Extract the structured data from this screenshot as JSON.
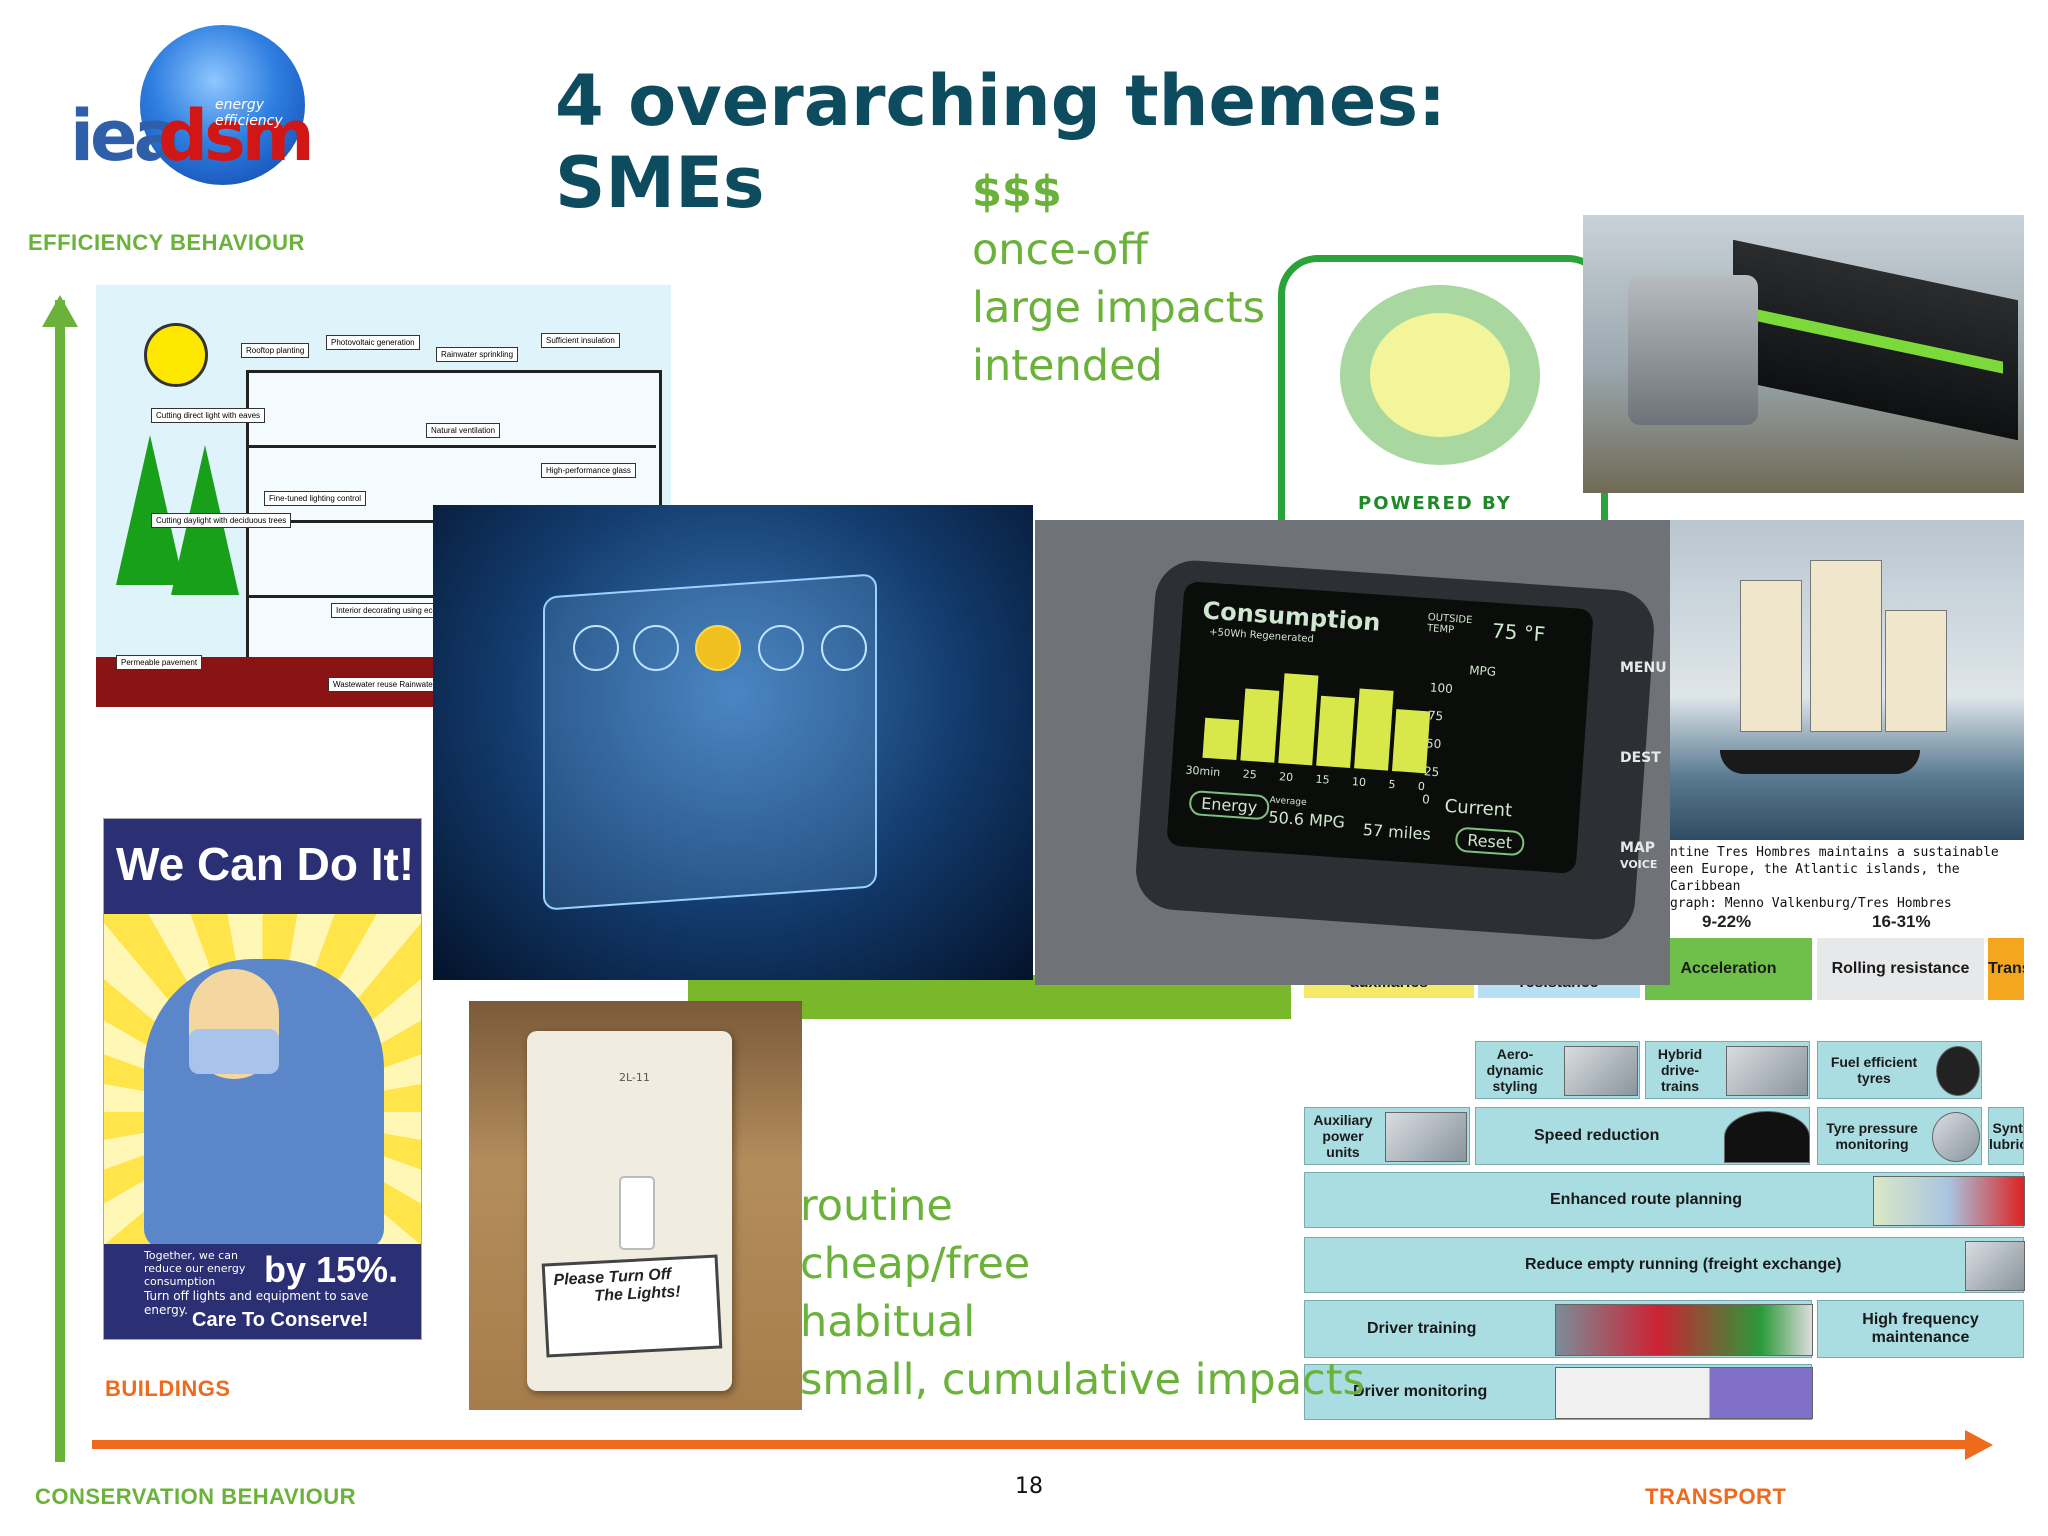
{
  "logo": {
    "part1": "iea",
    "part2": "dsm",
    "tagline": "energy efficiency"
  },
  "title": "4 overarching themes: SMEs",
  "top_notes": [
    "$$$",
    "once-off",
    "large impacts",
    "intended"
  ],
  "bottom_notes": [
    "routine",
    "cheap/free",
    "habitual",
    "small, cumulative impacts"
  ],
  "axis": {
    "efficiency": "EFFICIENCY BEHAVIOUR",
    "conservation": "CONSERVATION BEHAVIOUR",
    "buildings": "BUILDINGS",
    "transport": "TRANSPORT"
  },
  "page_number": "18",
  "colors": {
    "title": "#0d4b5e",
    "green": "#6ab23a",
    "orange": "#f06a1e"
  },
  "building_diagram": {
    "labels": [
      "Rooftop planting",
      "Photovoltaic generation",
      "Rainwater sprinkling",
      "Sufficient insulation",
      "Cutting direct light with eaves",
      "Natural ventilation",
      "High-performance glass",
      "Fine-tuned lighting control",
      "Cutting daylight with deciduous trees",
      "Interior decorating using eco-materials",
      "Permeable pavement",
      "Wastewater reuse Rainwater use"
    ]
  },
  "recycle_badge": {
    "text": "POWERED BY"
  },
  "dashboard": {
    "heading": "Consumption",
    "regen": "+50Wh Regenerated",
    "outside": "OUTSIDE TEMP",
    "temp": "75 °F",
    "mpg": "MPG",
    "scale": [
      "100",
      "75",
      "50",
      "25",
      "0"
    ],
    "time_axis": [
      "30min",
      "25",
      "20",
      "15",
      "10",
      "5",
      "0"
    ],
    "energy": "Energy",
    "average_label": "Average",
    "average": "50.6 MPG",
    "miles": "57 miles",
    "current": "Current",
    "reset": "Reset",
    "side_buttons": [
      "MENU",
      "DEST",
      "MAP",
      "VOICE"
    ]
  },
  "ship_caption": [
    "ntine Tres Hombres maintains a sustainable",
    "een Europe, the Atlantic islands, the Caribbean",
    "graph: Menno Valkenburg/Tres Hombres"
  ],
  "poster": {
    "headline": "We Can Do It!",
    "sub": "Together, we can reduce our energy consumption",
    "pct": "by 15%.",
    "sub2": "Turn off lights and equipment to save energy.",
    "care": "Care To Conserve!"
  },
  "switch_sticker": {
    "line1": "Please Turn Off",
    "line2": "The Lights!",
    "plate_label": "2L-11"
  },
  "transport_chart": {
    "percentages": [
      "9-22%",
      "16-31%"
    ],
    "top_row": [
      "auxiliaries",
      "resistance",
      "Acceleration",
      "Rolling resistance",
      "Trans dri"
    ],
    "measures": {
      "aero": "Aero-dynamic styling",
      "hybrid": "Hybrid drive-trains",
      "tyres": "Fuel efficient tyres",
      "aux_power": "Auxiliary power units",
      "speed": "Speed reduction",
      "pressure": "Tyre pressure monitoring",
      "synth": "Synth lubrica",
      "route": "Enhanced route planning",
      "empty": "Reduce empty running (freight exchange)",
      "driver_training": "Driver training",
      "maintenance": "High frequency maintenance",
      "driver_monitoring": "Driver monitoring"
    }
  }
}
